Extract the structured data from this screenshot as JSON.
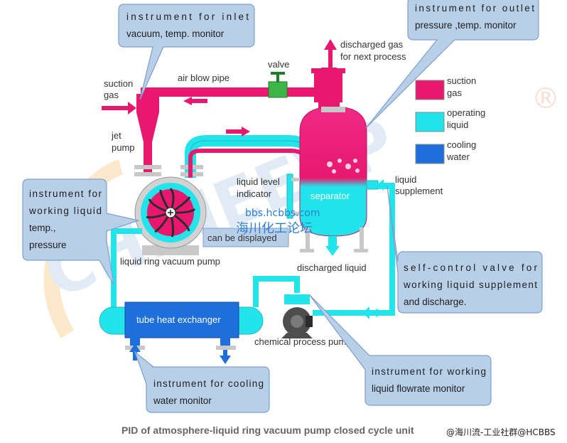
{
  "colors": {
    "suction_gas": "#e8186f",
    "operating_liquid": "#22e4ea",
    "cooling_water": "#1e6fdc",
    "bubble_fill": "#b8cfe8",
    "bubble_stroke": "#7f9fcc",
    "arrow_red": "#e8186f",
    "arrow_cyan": "#22e4ea",
    "arrow_blue": "#1e6fdc",
    "metal": "#c8c8c8"
  },
  "labels": {
    "suction_gas": "suction\ngas",
    "air_blow_pipe": "air blow pipe",
    "valve": "valve",
    "discharged_gas": "discharged gas\nfor next process",
    "jet_pump": "jet\npump",
    "liquid_level_indicator": "liquid level\nindicator",
    "separator": "separator",
    "liquid_supplement": "liquid\nsupplement",
    "liquid_ring_vacuum_pump": "liquid ring vacuum pump",
    "discharged_liquid": "discharged liquid",
    "tube_heat_exchanger": "tube heat exchanger",
    "chemical_process_pump": "chemical process pump",
    "can_be_displayed": "can be displayed"
  },
  "legend": [
    {
      "label": "suction\ngas",
      "color_key": "suction_gas"
    },
    {
      "label": "operating\nliquid",
      "color_key": "operating_liquid"
    },
    {
      "label": "cooling\nwater",
      "color_key": "cooling_water"
    }
  ],
  "callouts": {
    "inlet": "instrument for inlet\nvacuum, temp. monitor",
    "outlet": "instrument for outlet\npressure ,temp. monitor",
    "working_liquid": "instrument for\nworking liquid\ntemp.,\npressure",
    "self_control": "self-control valve for\nworking liquid supplement\nand discharge.",
    "cooling_water": "instrument for cooling\nwater monitor",
    "flowrate": "instrument for working\nliquid flowrate monitor"
  },
  "watermark": {
    "site": "bbs.hcbbs.com",
    "forum": "海川化工论坛",
    "brand": "CHINEEVP",
    "registered": "®"
  },
  "caption": "PID of atmosphere-liquid ring vacuum pump closed cycle unit",
  "footer_watermark": "@海川流-工业社群@HCBBS"
}
